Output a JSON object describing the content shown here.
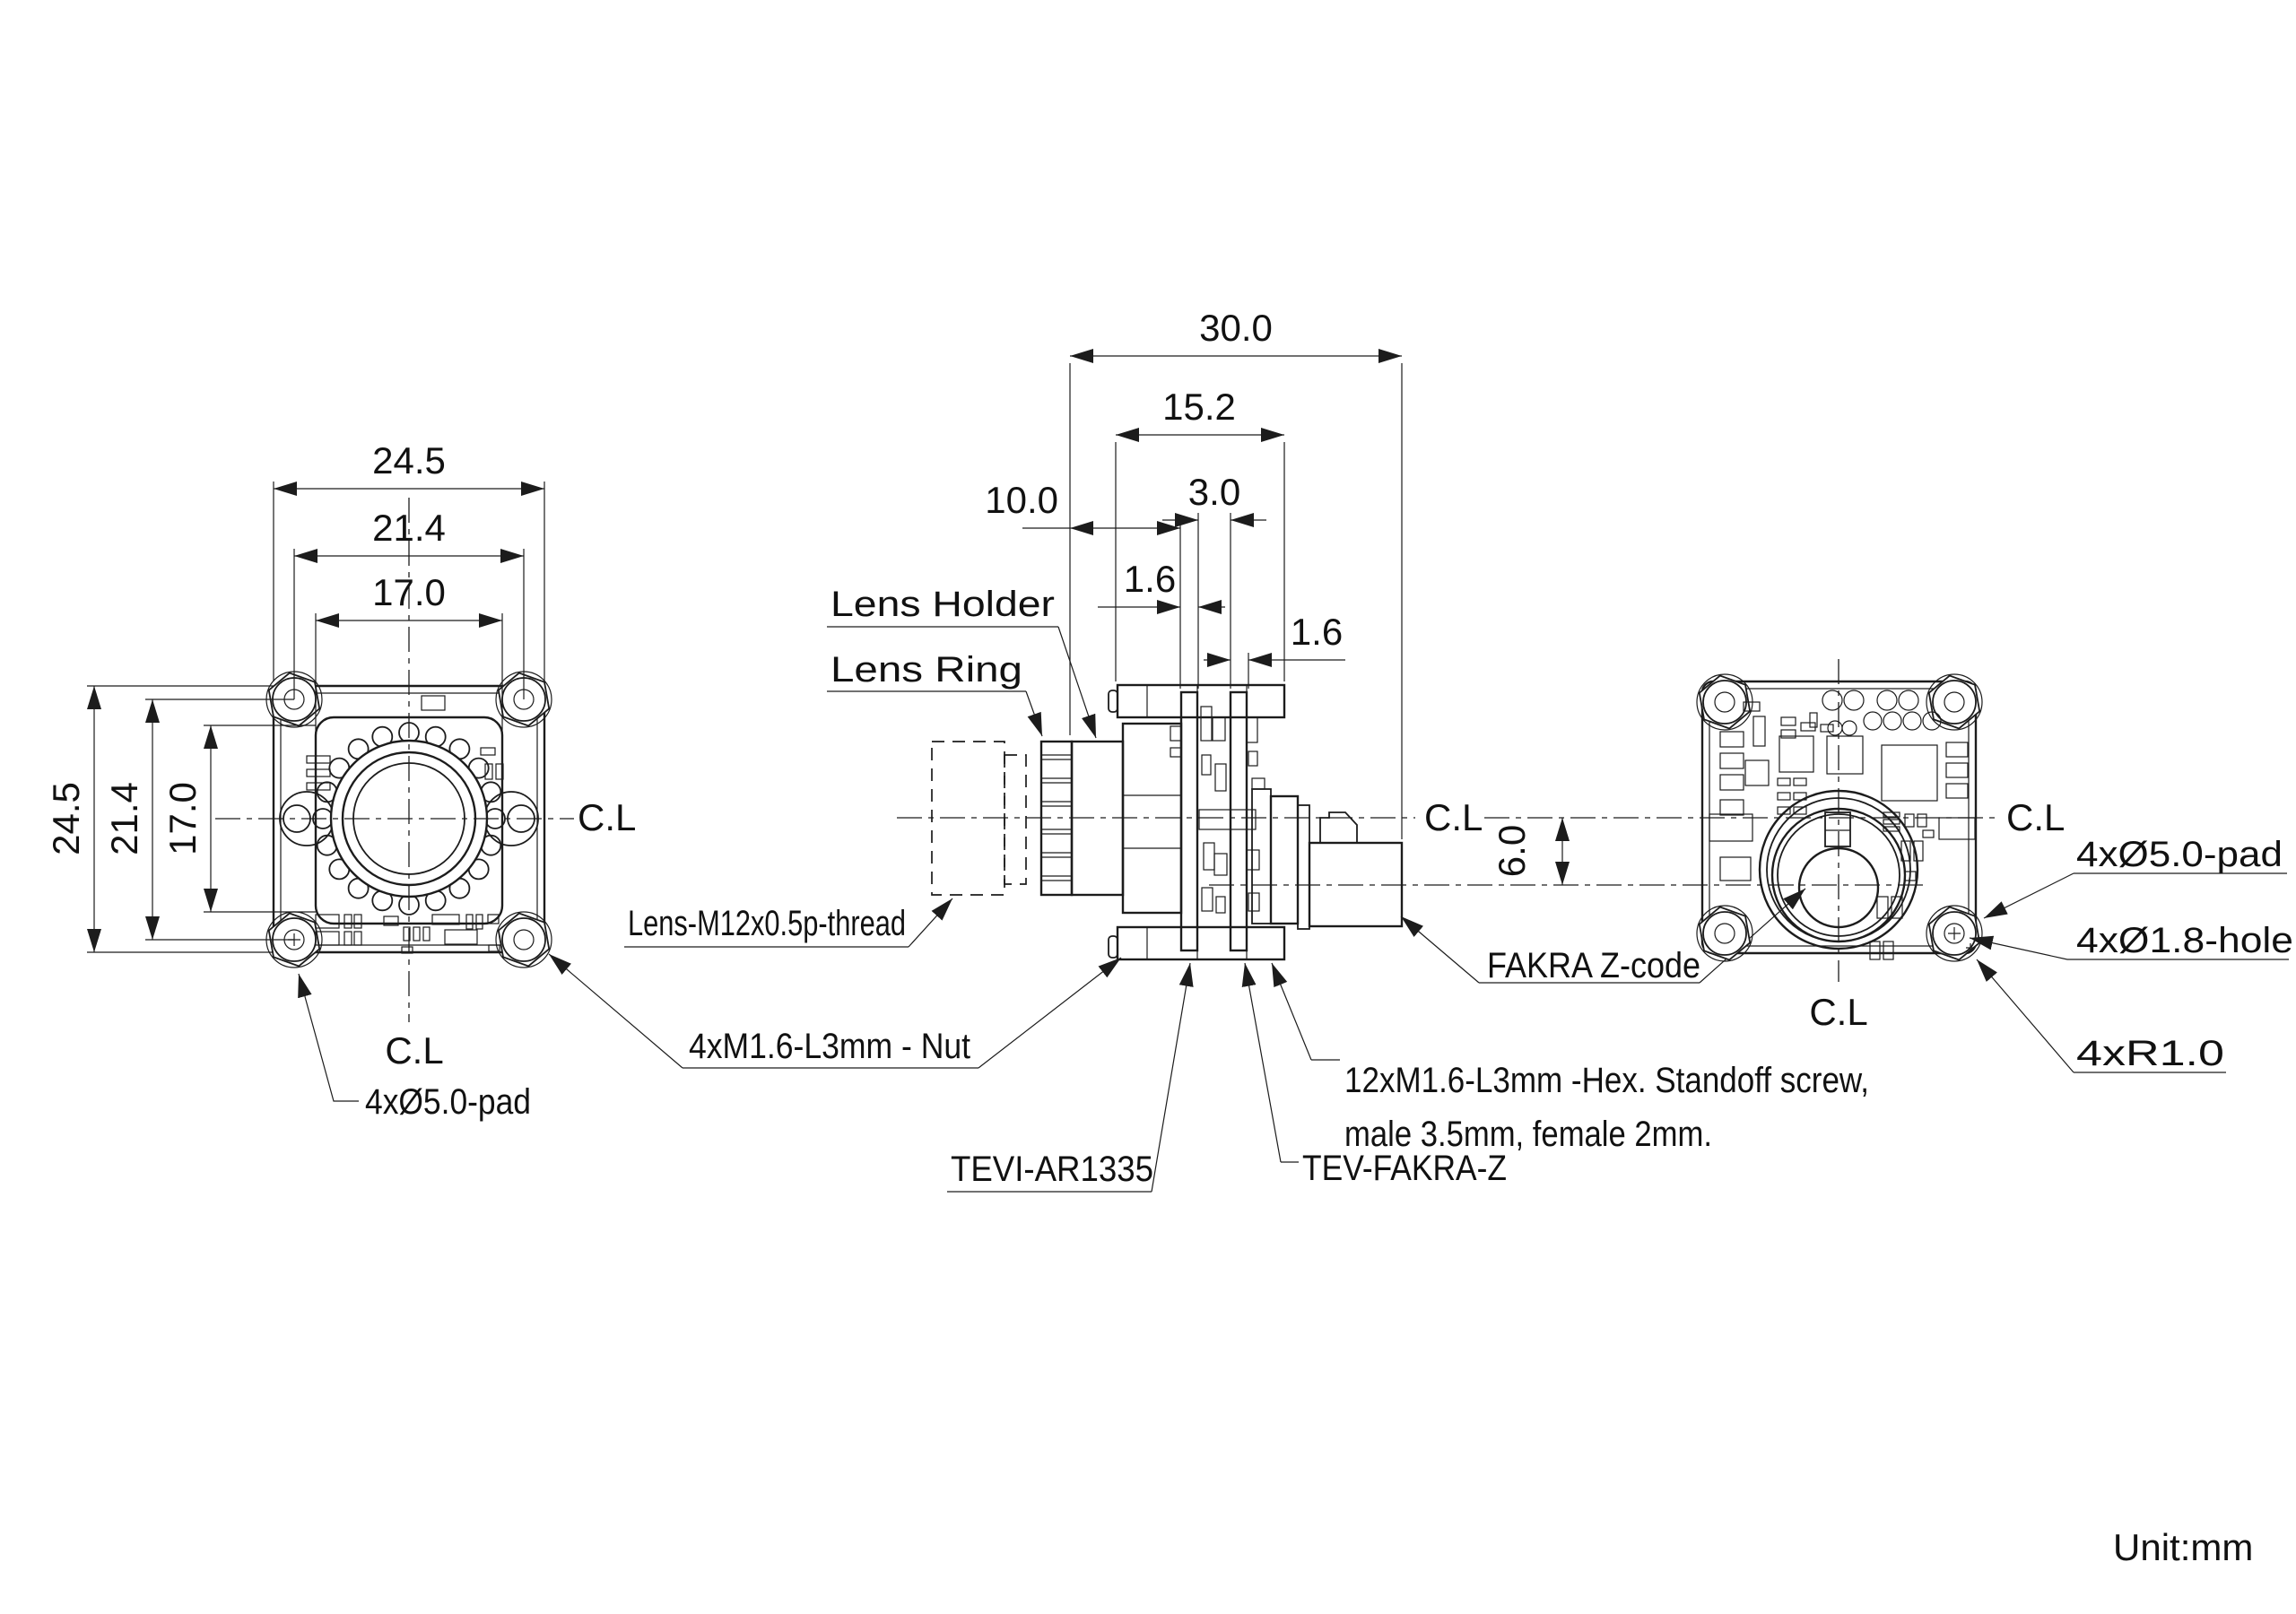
{
  "drawing": {
    "unit_note": "Unit:mm",
    "centerline_label": "C.L",
    "front_view": {
      "dim_width_outer": "24.5",
      "dim_width_nuts": "21.4",
      "dim_width_lens": "17.0",
      "dim_height_outer": "24.5",
      "dim_height_nuts": "21.4",
      "dim_height_lens": "17.0",
      "pad_label": "4xØ5.0-pad"
    },
    "side_view": {
      "dim_total_depth": "30.0",
      "dim_body_depth": "15.2",
      "dim_board_gap": "3.0",
      "dim_front_depth": "10.0",
      "dim_pcb1_thickness": "1.6",
      "dim_pcb2_thickness": "1.6",
      "label_lens_holder": "Lens Holder",
      "label_lens_ring": "Lens Ring",
      "label_lens_thread": "Lens-M12x0.5p-thread",
      "label_nut": "4xM1.6-L3mm - Nut",
      "label_sensor_board": "TEVI-AR1335",
      "label_fakra_board": "TEV-FAKRA-Z",
      "label_standoff_line1": "12xM1.6-L3mm -Hex. Standoff screw,",
      "label_standoff_line2": "male 3.5mm, female 2mm.",
      "label_fakra_code": "FAKRA Z-code"
    },
    "rear_view": {
      "dim_fakra_offset": "6.0",
      "pad_label": "4xØ5.0-pad",
      "hole_label": "4xØ1.8-hole",
      "radius_label": "4xR1.0"
    }
  }
}
